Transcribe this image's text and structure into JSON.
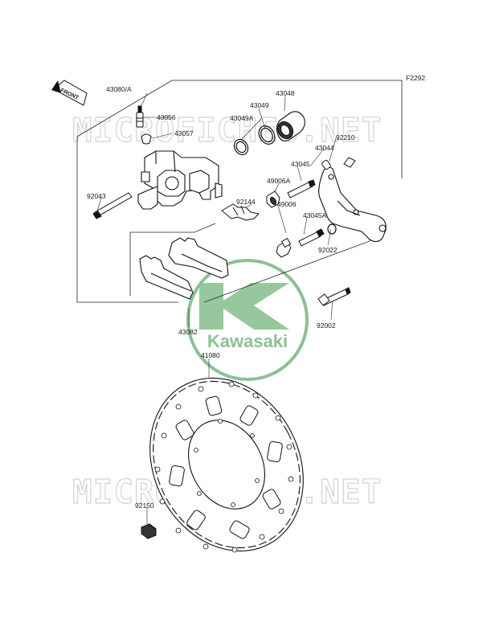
{
  "diagram_code": "F2292",
  "front_arrow_label": "FRONT",
  "watermarks": {
    "top": "MICROFICHES.NET",
    "bottom": "MICROFICHES.NET"
  },
  "logo_text": "Kawasaki",
  "colors": {
    "lines": "#1f1f1f",
    "parts": "#111111",
    "highlight": "#2f8f3a",
    "watermark": "#c9d2c9"
  },
  "part_labels": {
    "p43080A": "43080/A",
    "p43056": "43056",
    "p43057": "43057",
    "p43049A": "43049A",
    "p43049": "43049",
    "p43048": "43048",
    "p92210": "92210",
    "p43044": "43044",
    "p43045": "43045",
    "p49006A": "49006A",
    "p92144": "92144",
    "p92043": "92043",
    "p49006": "49006",
    "p43045A": "43045A",
    "p92022": "92022",
    "p43082": "43082",
    "p92002": "92002",
    "p41080": "41080",
    "p92150": "92150"
  }
}
